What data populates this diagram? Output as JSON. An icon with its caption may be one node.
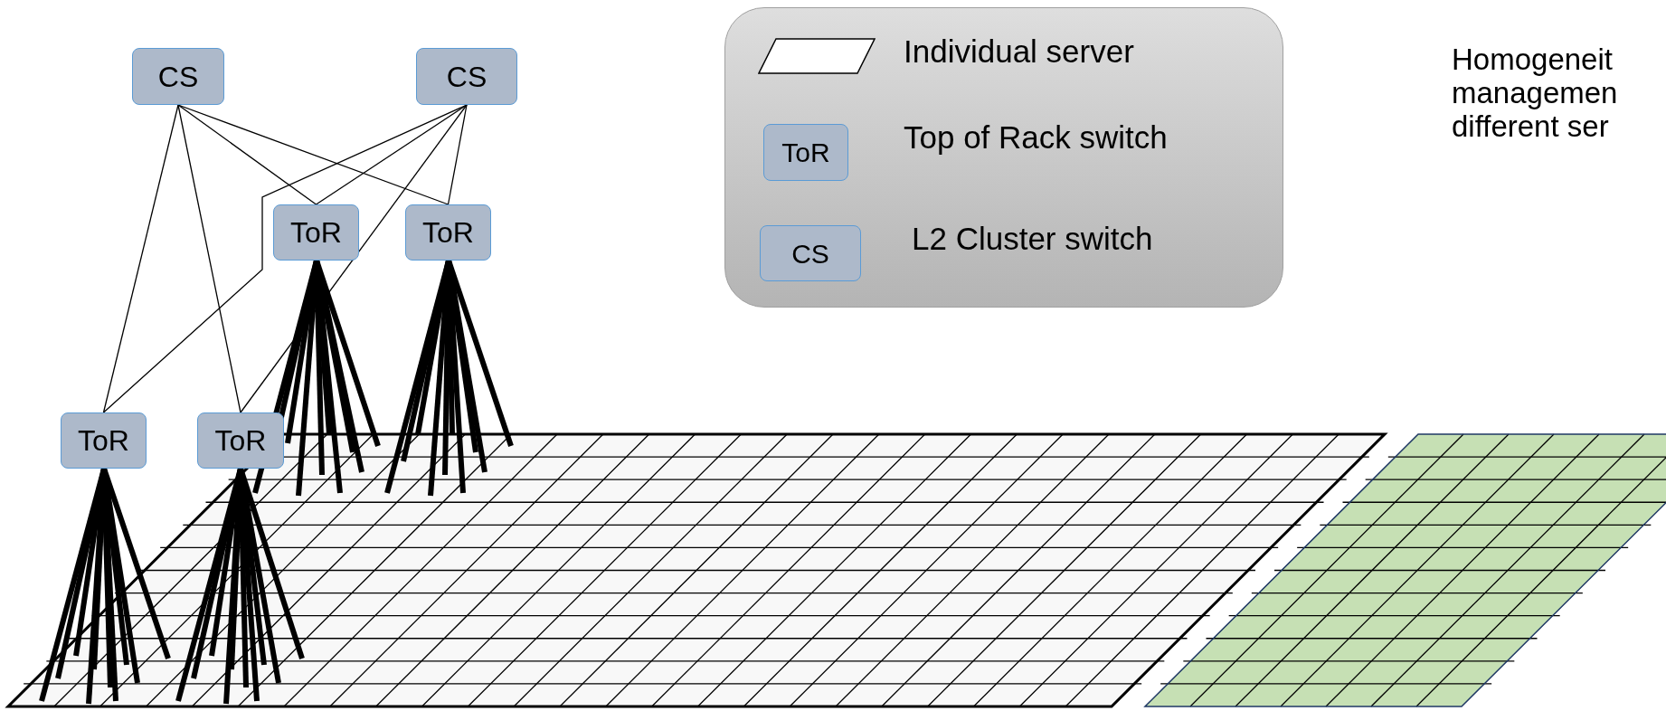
{
  "diagram": {
    "nodes": [
      {
        "text": [
          "CS"
        ]
      },
      {
        "text": [
          "CS"
        ]
      },
      {
        "text": [
          "ToR"
        ]
      },
      {
        "text": [
          "ToR"
        ]
      },
      {
        "text": [
          "ToR"
        ]
      },
      {
        "text": [
          "ToR"
        ]
      },
      {
        "text": [
          "ToR"
        ]
      },
      {
        "text": [
          "CS"
        ]
      }
    ],
    "edges": [
      {
        "from": 0,
        "to": 4,
        "arrow": "none"
      },
      {
        "from": 0,
        "to": 5,
        "arrow": "none"
      },
      {
        "from": 0,
        "to": 2,
        "arrow": "none"
      },
      {
        "from": 0,
        "to": 3,
        "arrow": "none"
      },
      {
        "from": 1,
        "to": 2,
        "arrow": "none"
      },
      {
        "from": 1,
        "to": 4,
        "arrow": "none"
      },
      {
        "from": 1,
        "to": 5,
        "arrow": "none"
      },
      {
        "from": 1,
        "to": 3,
        "arrow": "none"
      }
    ],
    "labels": [
      "Homogeneit managemen different ser"
    ],
    "legend": [
      {
        "text": "Individual server"
      },
      {
        "text": "Top of Rack switch"
      },
      {
        "text": "L2 Cluster switch"
      }
    ]
  }
}
